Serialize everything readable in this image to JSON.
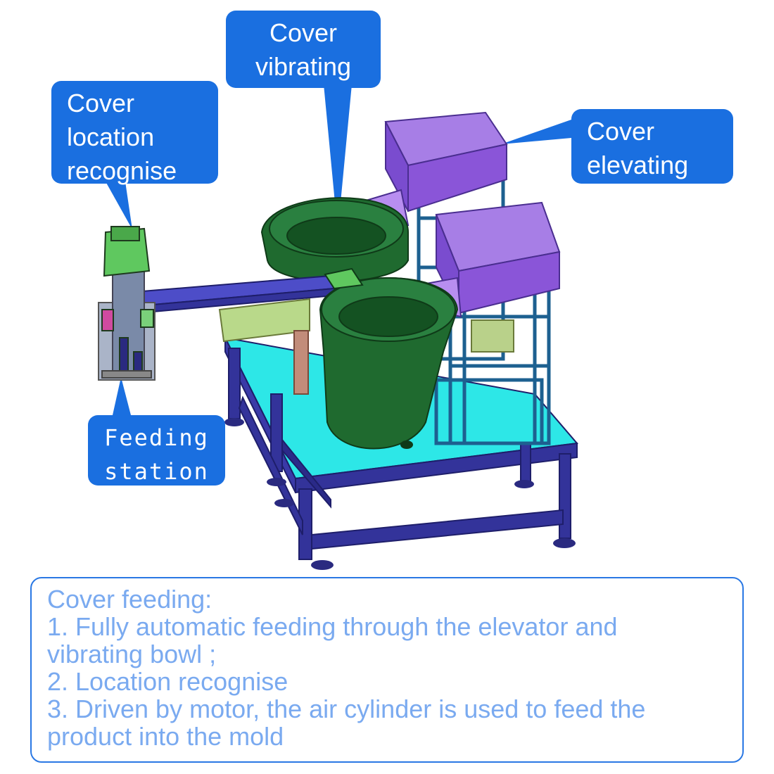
{
  "callouts": {
    "cover_vibrating": [
      "Cover",
      "vibrating"
    ],
    "cover_location": [
      "Cover",
      "location",
      "recognise"
    ],
    "cover_elevating": [
      "Cover",
      "elevating"
    ],
    "feeding_station": [
      "Feeding",
      "station"
    ]
  },
  "description": {
    "lines": [
      "Cover feeding:",
      "1. Fully automatic feeding through the elevator and",
      "vibrating bowl ;",
      "2. Location recognise",
      "3. Driven by motor, the air cylinder is used to feed the",
      "product into the mold"
    ]
  },
  "colors": {
    "callout_bg": "#1a6fe0",
    "callout_text": "#ffffff",
    "desc_border": "#2a78e4",
    "desc_text": "#7aaaf0",
    "frame": "#33339a",
    "table_top": "#2de7e7",
    "bowl": "#1f6a2f",
    "hopper": "#8a55d8",
    "station": "#5fc85f"
  }
}
